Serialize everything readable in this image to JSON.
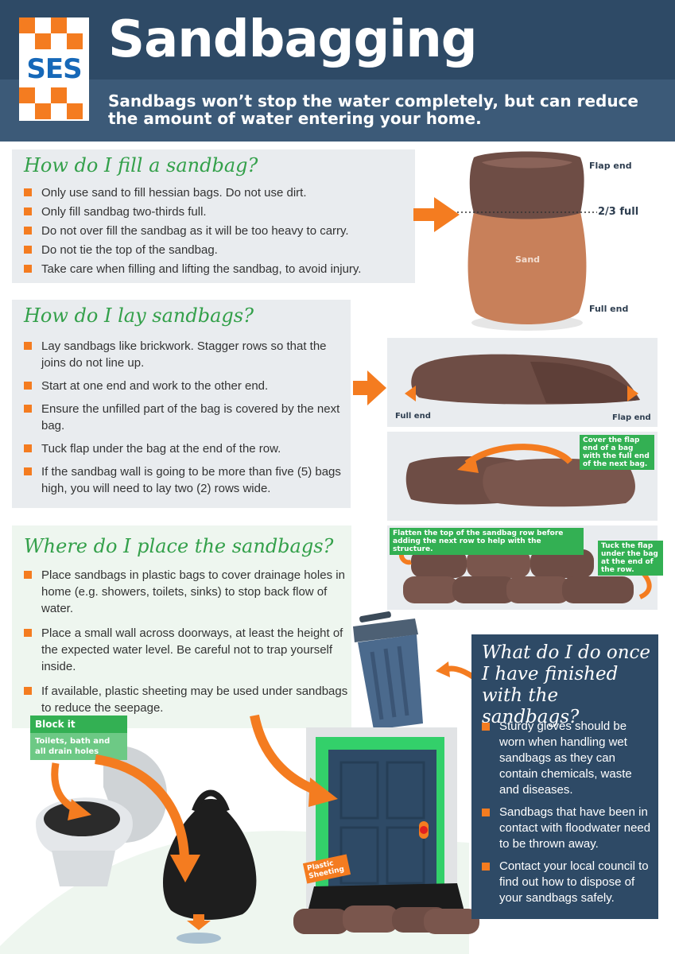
{
  "header": {
    "logo_text": "SES",
    "title": "Sandbagging",
    "subtitle": "Sandbags won’t stop the water completely, but can reduce the amount of water entering your home."
  },
  "fill": {
    "heading": "How do I fill a sandbag?",
    "items": [
      "Only use sand to fill hessian bags.  Do not use dirt.",
      "Only fill sandbag two-thirds full.",
      "Do not over fill the sandbag as it will be too heavy to carry.",
      "Do not tie the top of the sandbag.",
      "Take care when filling and lifting the sandbag, to avoid injury."
    ],
    "labels": {
      "flap_end": "Flap end",
      "two_thirds": "2/3 full",
      "sand": "Sand",
      "full_end": "Full end"
    }
  },
  "lay": {
    "heading": "How do I lay sandbags?",
    "items": [
      "Lay sandbags like brickwork. Stagger rows so that the joins do not line up.",
      "Start at one end and work to the other end.",
      "Ensure the unfilled part of the bag is covered by the next bag.",
      "Tuck flap under the bag at the end of the row.",
      "If the sandbag wall is going to be more than five (5) bags high, you will need to lay two (2) rows wide."
    ],
    "labels": {
      "full_end": "Full end",
      "flap_end": "Flap end",
      "cover_flap": "Cover the flap end of a bag with the full end of the next bag.",
      "flatten": "Flatten the top of the sandbag row before adding the next row to help with the structure.",
      "tuck": "Tuck the flap under the bag at the end of the row."
    }
  },
  "place": {
    "heading": "Where do I place the sandbags?",
    "items": [
      "Place sandbags in plastic bags to cover drainage holes in home (e.g. showers, toilets, sinks) to stop back flow of water.",
      "Place a small wall across doorways, at least the height of the expected water level. Be careful not to trap yourself inside.",
      "If available, plastic sheeting may be used under sandbags to reduce the seepage."
    ],
    "block_title": "Block it",
    "block_text": "Toilets, bath and all drain holes",
    "plastic": "Plastic Sheeting"
  },
  "finish": {
    "heading": "What do I do once I have finished with the sandbags?",
    "items": [
      "Sturdy gloves should be worn when handling wet sandbags as they can contain chemicals, waste and diseases.",
      "Sandbags that have been in contact with floodwater need to be thrown away.",
      "Contact your local council to find out how to dispose of your sandbags safely."
    ]
  },
  "colors": {
    "navy": "#2e4a66",
    "orange": "#f47c20",
    "green": "#33a04a",
    "bag_brown": "#6e4d45",
    "sand": "#c8805a"
  }
}
